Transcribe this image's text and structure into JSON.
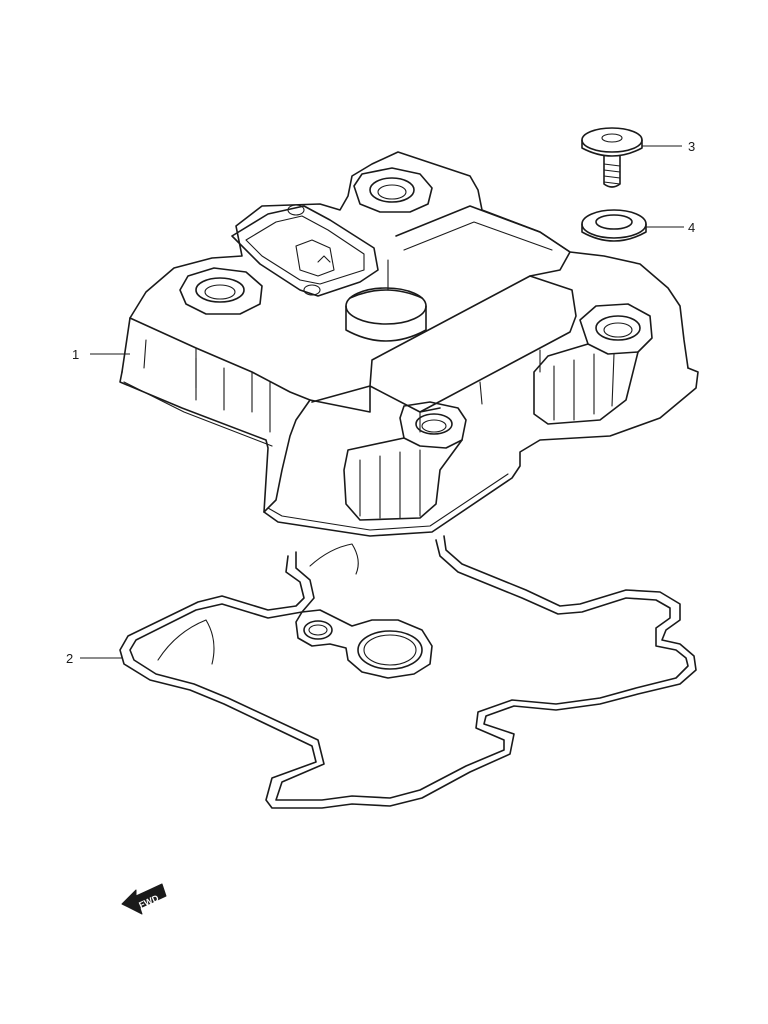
{
  "callouts": [
    {
      "id": "1",
      "label": "1"
    },
    {
      "id": "2",
      "label": "2"
    },
    {
      "id": "3",
      "label": "3"
    },
    {
      "id": "4",
      "label": "4"
    }
  ],
  "direction_arrow": {
    "label": "FWD",
    "icon": "fwd-arrow-icon"
  }
}
